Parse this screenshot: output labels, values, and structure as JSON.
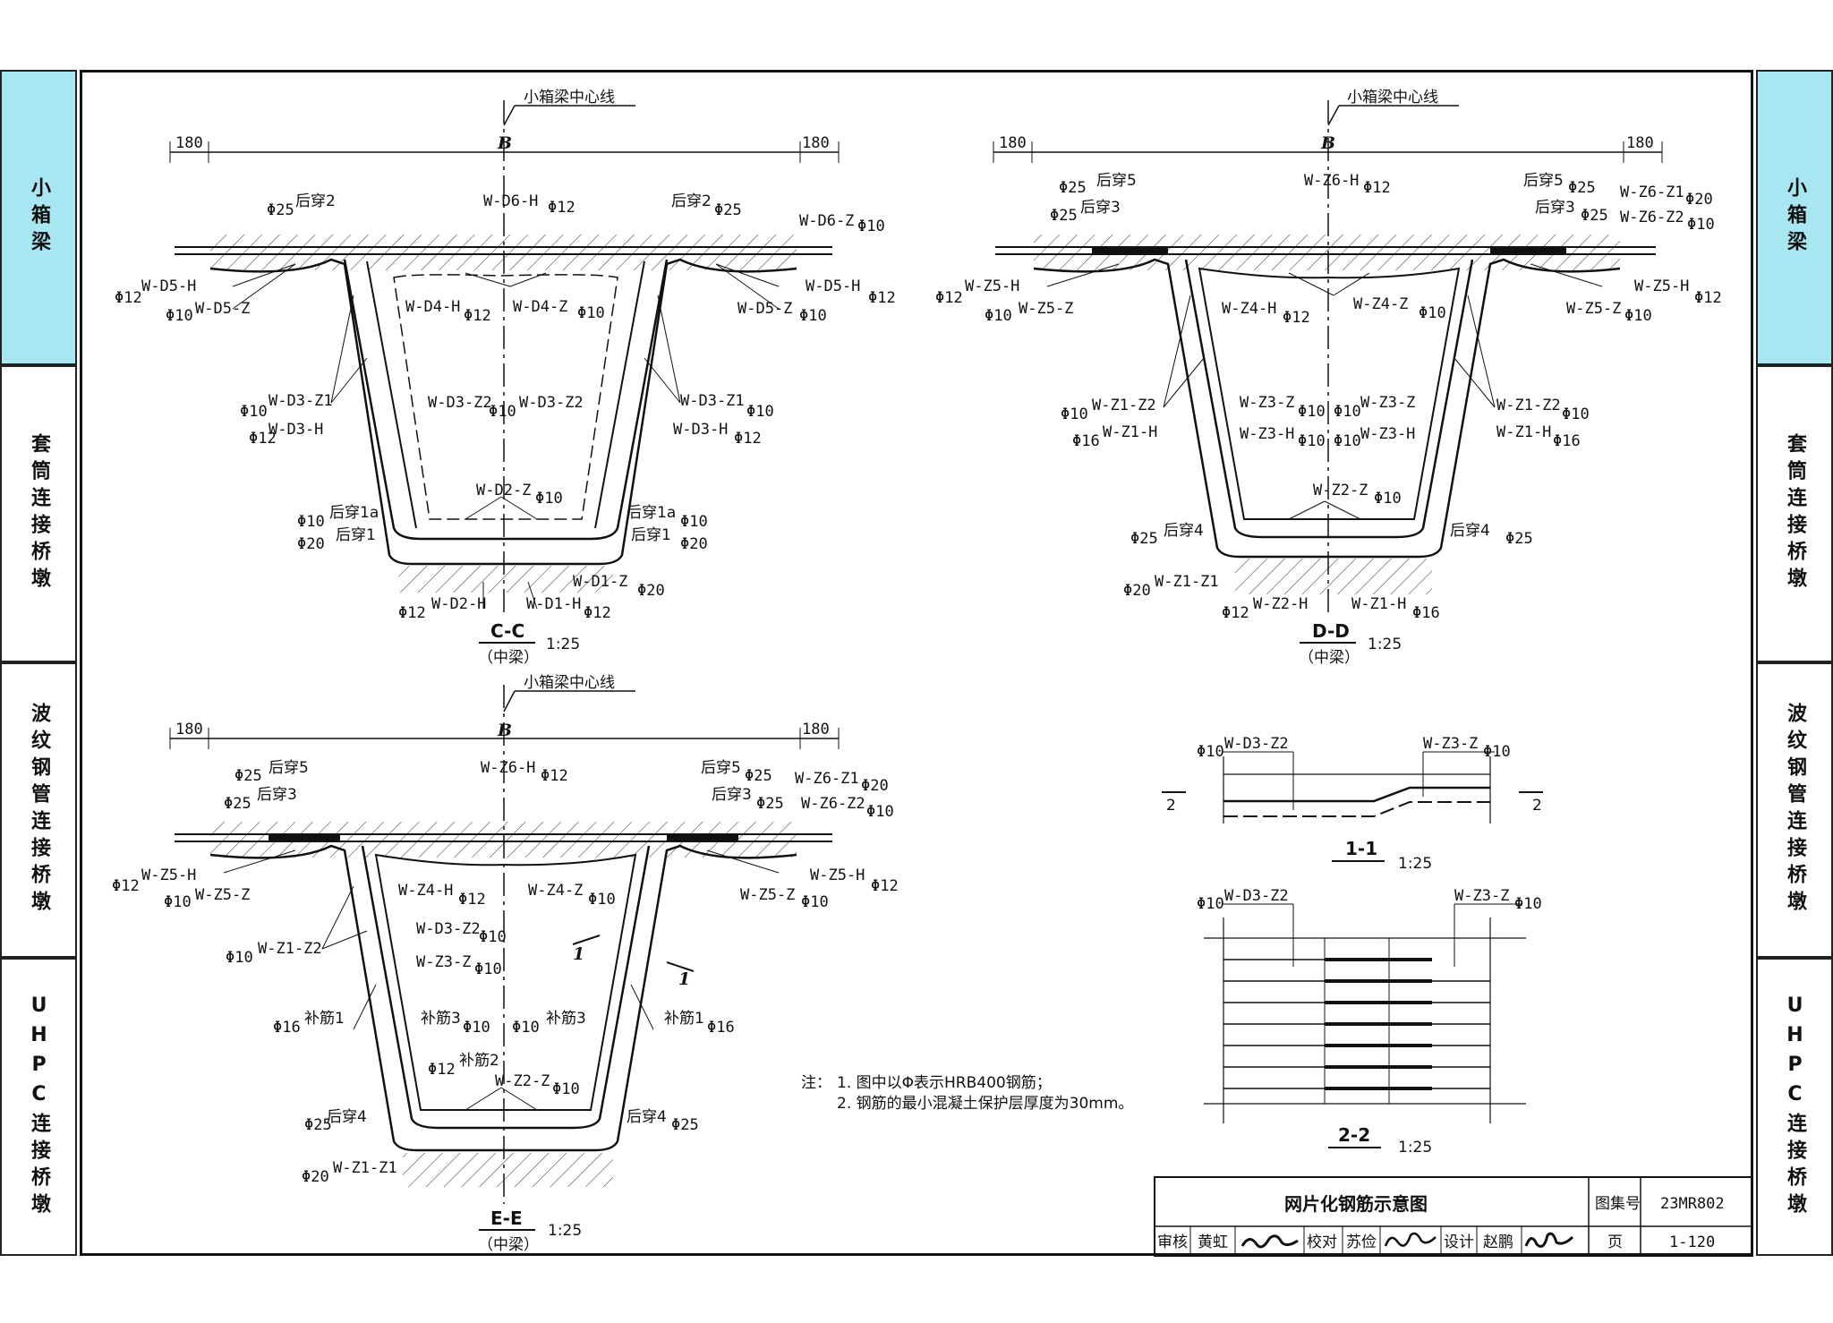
{
  "side_tabs": [
    "小箱梁",
    "套筒连接桥墩",
    "波纹钢管连接桥墩",
    "UHPC连接桥墩"
  ],
  "centerline": "小箱梁中心线",
  "dims": {
    "edge": "180",
    "width": "B"
  },
  "cc": {
    "title": "C-C",
    "sub": "（中梁）",
    "scale": "1:25",
    "labels": {
      "hc2": "后穿2",
      "p25": "Φ25",
      "wd6h": "W-D6-H",
      "p12": "Φ12",
      "wd6z": "W-D6-Z",
      "p10": "Φ10",
      "wd5h": "W-D5-H",
      "wd5z": "W-D5-Z",
      "wd4h": "W-D4-H",
      "wd4z": "W-D4-Z",
      "wd3z1": "W-D3-Z1",
      "wd3z2": "W-D3-Z2",
      "wd3h": "W-D3-H",
      "wd2z": "W-D2-Z",
      "hc1a": "后穿1a",
      "hc1": "后穿1",
      "p20": "Φ20",
      "wd1z": "W-D1-Z",
      "wd2h": "W-D2-H",
      "wd1h": "W-D1-H"
    }
  },
  "dd": {
    "title": "D-D",
    "sub": "（中梁）",
    "scale": "1:25",
    "labels": {
      "hc5": "后穿5",
      "hc3": "后穿3",
      "wz6h": "W-Z6-H",
      "wz6z1": "W-Z6-Z1",
      "wz6z2": "W-Z6-Z2",
      "wz5h": "W-Z5-H",
      "wz5z": "W-Z5-Z",
      "wz4h": "W-Z4-H",
      "wz4z": "W-Z4-Z",
      "wz1z2": "W-Z1-Z2",
      "wz3z": "W-Z3-Z",
      "wz1h": "W-Z1-H",
      "wz3h": "W-Z3-H",
      "wz2z": "W-Z2-Z",
      "hc4": "后穿4",
      "wz1z1": "W-Z1-Z1",
      "wz2h": "W-Z2-H",
      "p25": "Φ25",
      "p20": "Φ20",
      "p12": "Φ12",
      "p10": "Φ10",
      "p16": "Φ16"
    }
  },
  "ee": {
    "title": "E-E",
    "sub": "（中梁）",
    "scale": "1:25",
    "labels": {
      "hc5": "后穿5",
      "hc3": "后穿3",
      "wz6h": "W-Z6-H",
      "wz6z1": "W-Z6-Z1",
      "wz6z2": "W-Z6-Z2",
      "wz5h": "W-Z5-H",
      "wz5z": "W-Z5-Z",
      "wz4h": "W-Z4-H",
      "wz4z": "W-Z4-Z",
      "wz1z2": "W-Z1-Z2",
      "wd3z2": "W-D3-Z2",
      "wz3z": "W-Z3-Z",
      "bj1": "补筋1",
      "bj3": "补筋3",
      "bj2": "补筋2",
      "wz2z": "W-Z2-Z",
      "hc4": "后穿4",
      "wz1z1": "W-Z1-Z1",
      "sec1": "1",
      "p25": "Φ25",
      "p20": "Φ20",
      "p12": "Φ12",
      "p10": "Φ10",
      "p16": "Φ16"
    }
  },
  "s11": {
    "title": "1-1",
    "scale": "1:25",
    "wd3z2": "W-D3-Z2",
    "wz3z": "W-Z3-Z",
    "p10": "Φ10",
    "cut": "2"
  },
  "s22": {
    "title": "2-2",
    "scale": "1:25",
    "wd3z2": "W-D3-Z2",
    "wz3z": "W-Z3-Z",
    "p10": "Φ10"
  },
  "notes": {
    "head": "注：",
    "n1": "1.  图中以Φ表示HRB400钢筋；",
    "n2": "2.  钢筋的最小混凝土保护层厚度为30mm。"
  },
  "titleblock": {
    "drawing_title": "网片化钢筋示意图",
    "atlas_label": "图集号",
    "atlas_no": "23MR802",
    "review_label": "审核",
    "reviewer": "黄虹",
    "check_label": "校对",
    "checker": "苏俭",
    "design_label": "设计",
    "designer": "赵鹏",
    "page_label": "页",
    "page_no": "1-120"
  }
}
